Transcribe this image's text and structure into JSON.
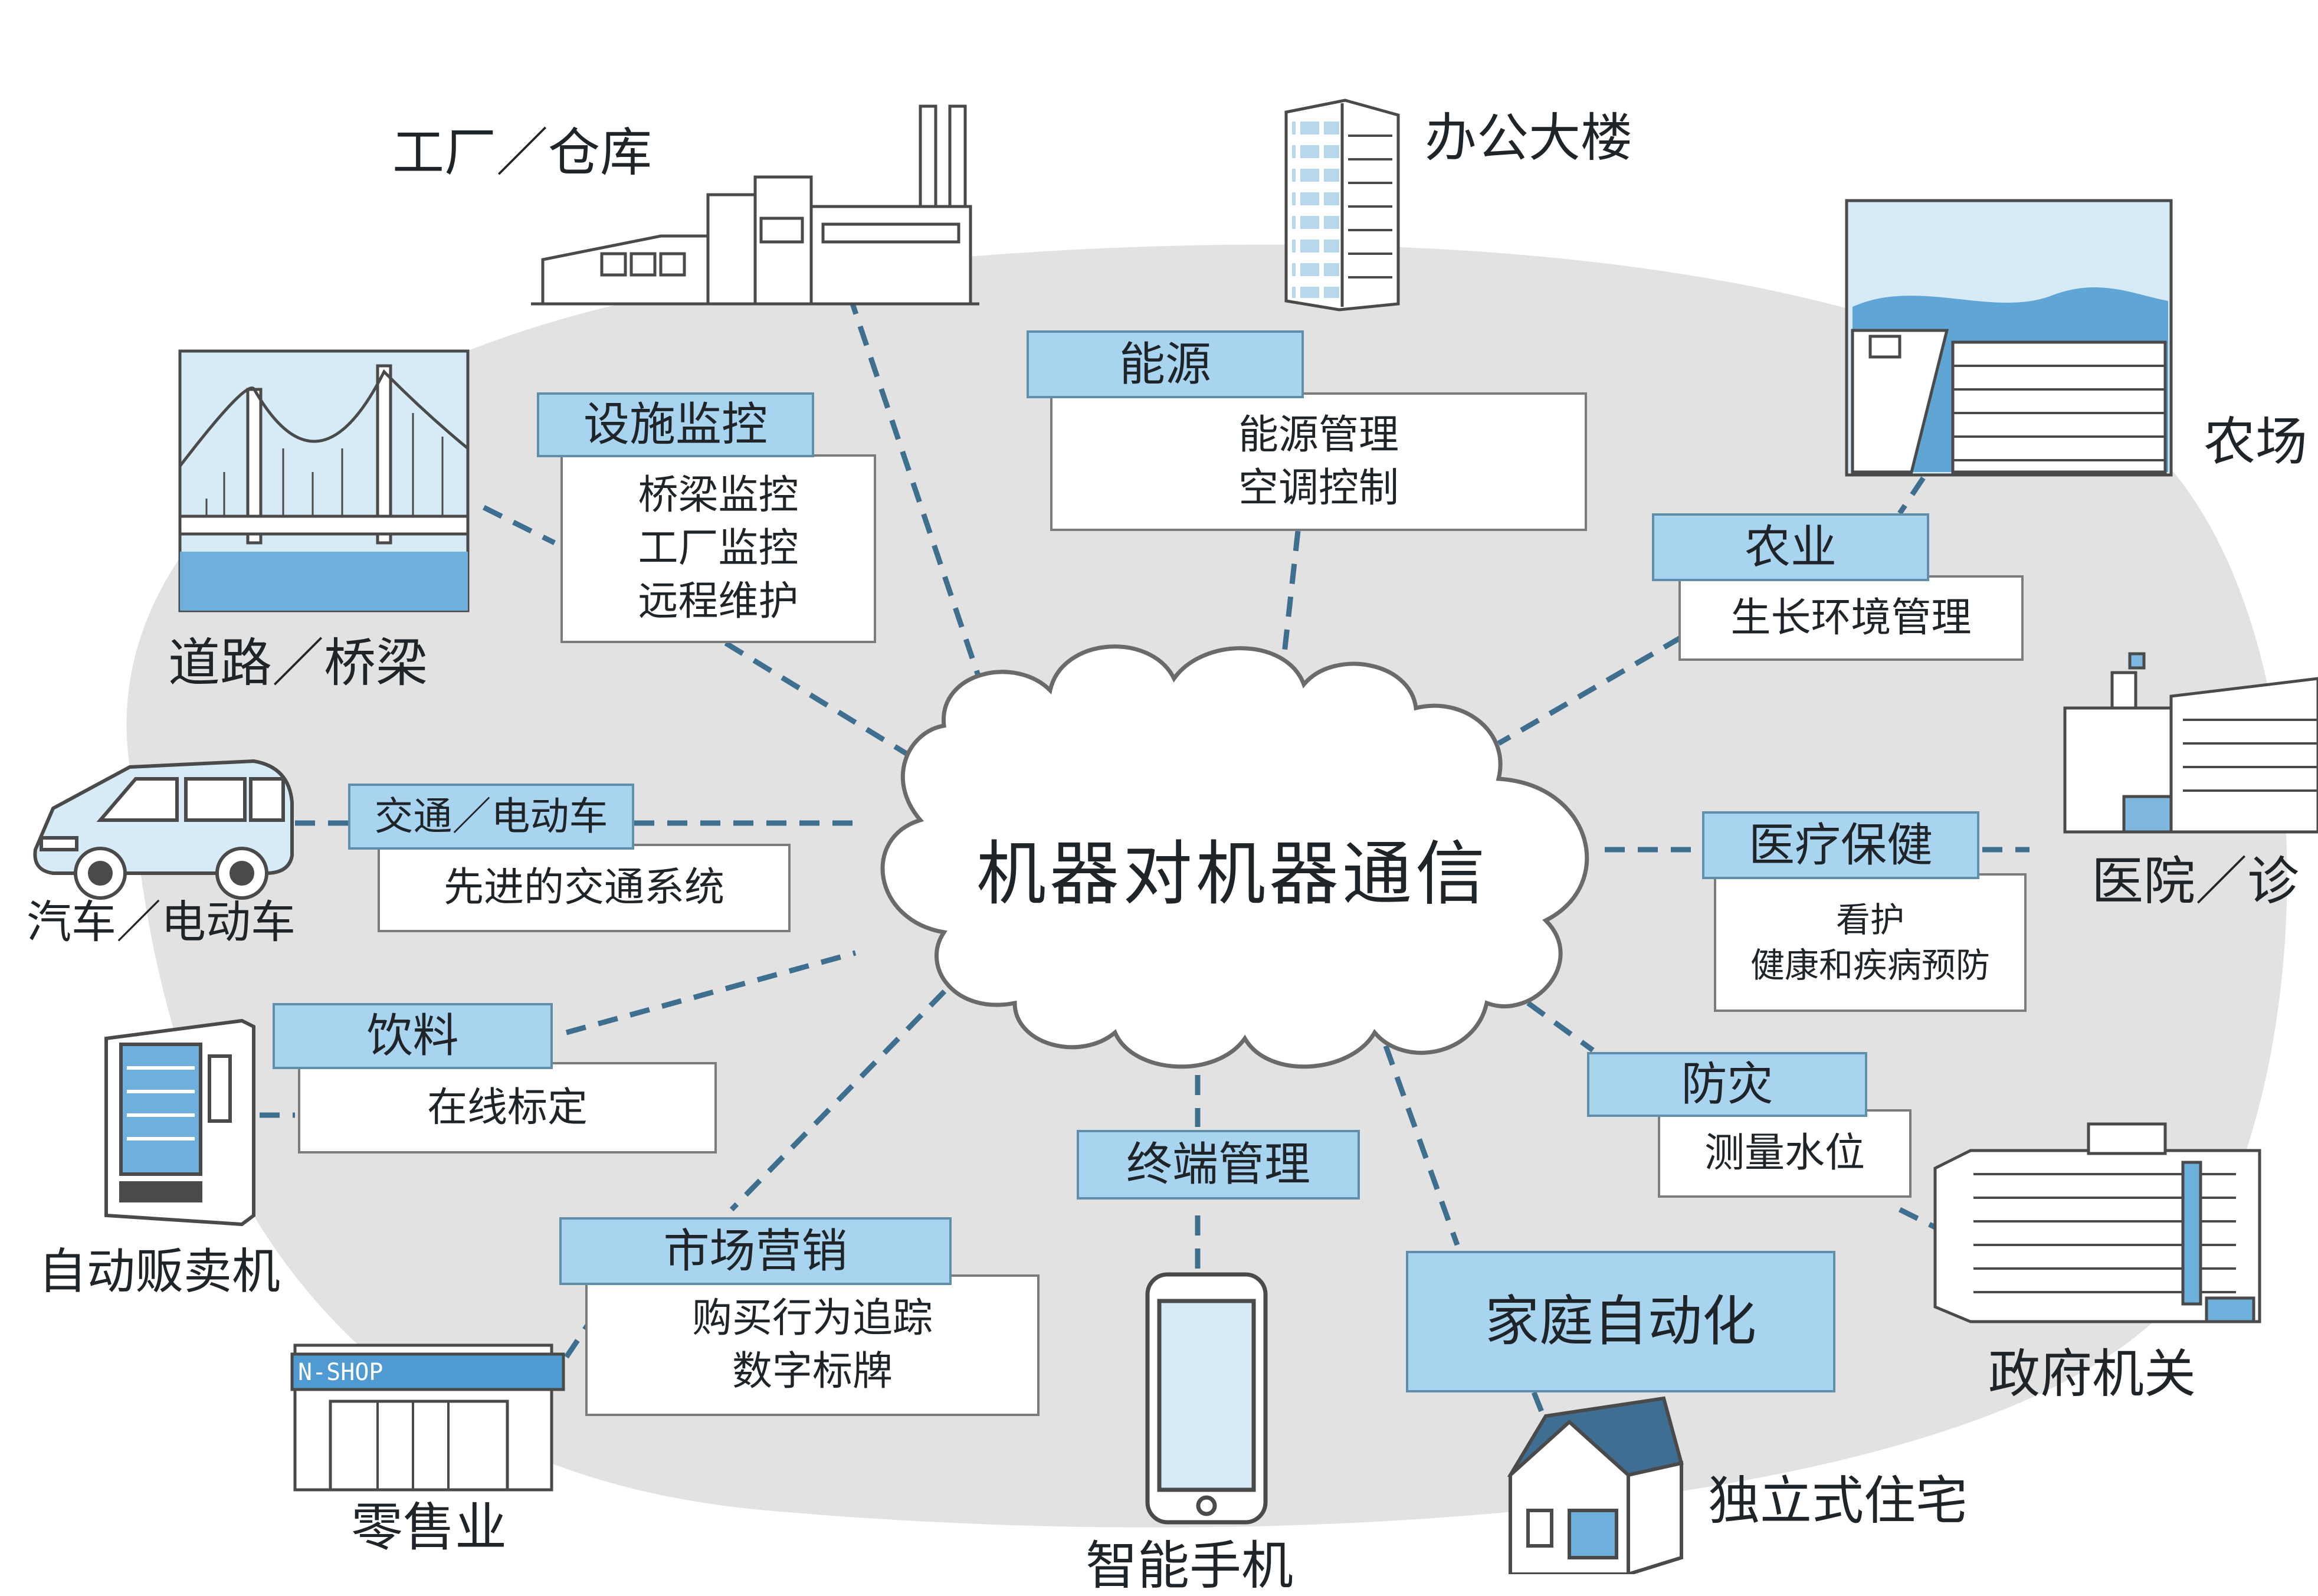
{
  "center": {
    "label": "机器对机器通信"
  },
  "categories": {
    "facility": {
      "title": "设施监控",
      "items": [
        "桥梁监控",
        "工厂监控",
        "远程维护"
      ]
    },
    "energy": {
      "title": "能源",
      "items": [
        "能源管理",
        "空调控制"
      ]
    },
    "agri": {
      "title": "农业",
      "items": [
        "生长环境管理"
      ]
    },
    "traffic": {
      "title": "交通／电动车",
      "items": [
        "先进的交通系统"
      ]
    },
    "health": {
      "title": "医疗保健",
      "items": [
        "看护",
        "健康和疾病预防"
      ]
    },
    "drinks": {
      "title": "饮料",
      "items": [
        "在线标定"
      ]
    },
    "disaster": {
      "title": "防灾",
      "items": [
        "测量水位"
      ]
    },
    "terminal": {
      "title": "终端管理"
    },
    "marketing": {
      "title": "市场营销",
      "items": [
        "购买行为追踪",
        "数字标牌"
      ]
    },
    "home": {
      "title": "家庭自动化"
    }
  },
  "places": {
    "factory": "工厂／仓库",
    "office": "办公大楼",
    "farm": "农场",
    "road": "道路／桥梁",
    "car": "汽车／电动车",
    "hospital": "医院／诊",
    "vending": "自动贩卖机",
    "government": "政府机关",
    "retail": "零售业",
    "phone": "智能手机",
    "house": "独立式住宅"
  },
  "store_sign": "N-SHOP",
  "colors": {
    "cloud_bg": "#e2e2e2",
    "label_fill": "#a8d4ef",
    "line": "#3f6f8f"
  }
}
